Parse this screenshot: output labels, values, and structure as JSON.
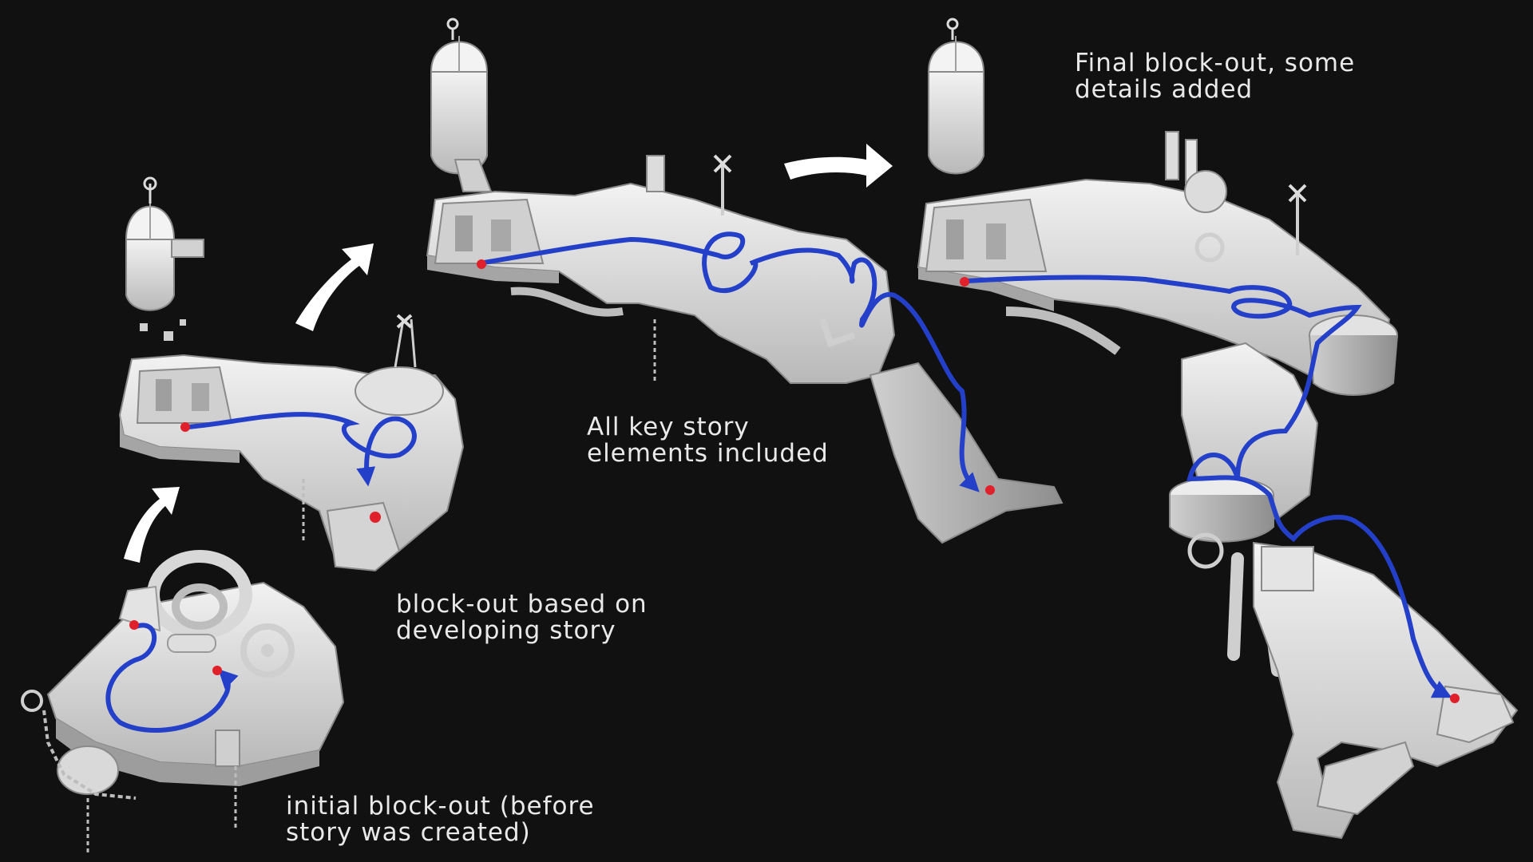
{
  "captions": {
    "initial": "initial block-out (before\nstory was created)",
    "developing": "block-out based on\ndeveloping story",
    "key_story": "All key story\nelements included",
    "final": "Final block-out, some\ndetails added"
  },
  "colors": {
    "background": "#111111",
    "model": "#e6e6e6",
    "model_shadow": "#9a9a9a",
    "story_path": "#2440c8",
    "story_marker": "#e0202a",
    "progress_arrow": "#ffffff",
    "caption_text": "#e9e9e9"
  }
}
